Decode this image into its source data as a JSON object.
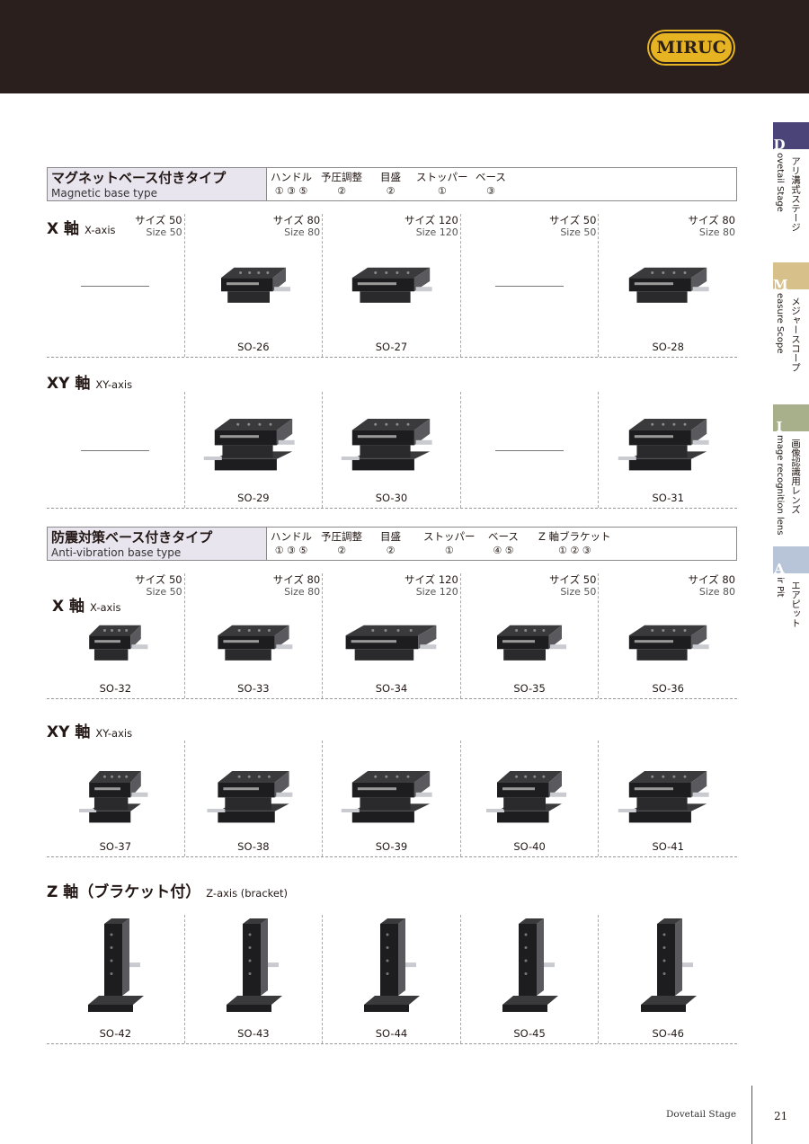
{
  "header": {
    "logo_text": "MIRUC"
  },
  "side_tabs": [
    {
      "initial": "D",
      "en": "ovetail Stage",
      "jp": "アリ溝式ステージ",
      "color": "#4a4479"
    },
    {
      "initial": "M",
      "en": "easure Scope",
      "jp": "メジャースコープ",
      "color": "#d8c08a"
    },
    {
      "initial": "I",
      "en": "mage recognition lens",
      "jp": "画像認識用レンズ",
      "color": "#a7b08a"
    },
    {
      "initial": "A",
      "en": "ir Pit",
      "jp": "エアピット",
      "color": "#b8c4d8"
    }
  ],
  "sec1": {
    "title_jp": "マグネットベース付きタイプ",
    "title_en": "Magnetic base type",
    "options": [
      {
        "label": "ハンドル",
        "nums": "① ③ ⑤"
      },
      {
        "label": "予圧調整",
        "nums": "②"
      },
      {
        "label": "目盛",
        "nums": "②"
      },
      {
        "label": "ストッパー",
        "nums": "①"
      },
      {
        "label": "ベース",
        "nums": "③"
      }
    ],
    "x_jp": "X 軸",
    "x_en": "X-axis",
    "xy_jp": "XY 軸",
    "xy_en": "XY-axis",
    "sizes": [
      {
        "jp": "サイズ 50",
        "en": "Size 50"
      },
      {
        "jp": "サイズ 80",
        "en": "Size 80"
      },
      {
        "jp": "サイズ 120",
        "en": "Size 120"
      },
      {
        "jp": "サイズ 50",
        "en": "Size 50"
      },
      {
        "jp": "サイズ 80",
        "en": "Size 80"
      }
    ],
    "x_models": [
      "",
      "SO-26",
      "SO-27",
      "",
      "SO-28"
    ],
    "xy_models": [
      "",
      "SO-29",
      "SO-30",
      "",
      "SO-31"
    ]
  },
  "sec2": {
    "title_jp": "防震対策ベース付きタイプ",
    "title_en": "Anti-vibration base type",
    "options": [
      {
        "label": "ハンドル",
        "nums": "① ③ ⑤"
      },
      {
        "label": "予圧調整",
        "nums": "②"
      },
      {
        "label": "目盛",
        "nums": "②"
      },
      {
        "label": "ストッパー",
        "nums": "①"
      },
      {
        "label": "ベース",
        "nums": "④ ⑤"
      },
      {
        "label": "Z 軸ブラケット",
        "nums": "① ② ③"
      }
    ],
    "x_jp": "X 軸",
    "x_en": "X-axis",
    "xy_jp": "XY 軸",
    "xy_en": "XY-axis",
    "z_jp": "Z 軸（ブラケット付）",
    "z_en": "Z-axis (bracket)",
    "sizes": [
      {
        "jp": "サイズ 50",
        "en": "Size 50"
      },
      {
        "jp": "サイズ 80",
        "en": "Size 80"
      },
      {
        "jp": "サイズ 120",
        "en": "Size 120"
      },
      {
        "jp": "サイズ 50",
        "en": "Size 50"
      },
      {
        "jp": "サイズ 80",
        "en": "Size 80"
      }
    ],
    "x_models": [
      "SO-32",
      "SO-33",
      "SO-34",
      "SO-35",
      "SO-36"
    ],
    "xy_models": [
      "SO-37",
      "SO-38",
      "SO-39",
      "SO-40",
      "SO-41"
    ],
    "z_models": [
      "SO-42",
      "SO-43",
      "SO-44",
      "SO-45",
      "SO-46"
    ]
  },
  "footer": {
    "label": "Dovetail Stage",
    "page": "21"
  }
}
